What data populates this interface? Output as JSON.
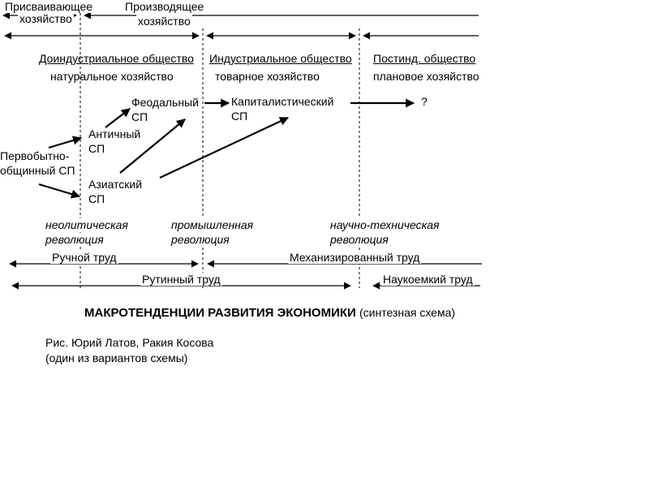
{
  "top_labels": {
    "appropriating": [
      "Присваивающее",
      "хозяйство"
    ],
    "producing": [
      "Производящее",
      "хозяйство"
    ]
  },
  "societies": {
    "preindustrial": {
      "name": "Доиндустриальное общество",
      "economy": "натуральное хозяйство"
    },
    "industrial": {
      "name": "Индустриальное общество",
      "economy": "товарное хозяйство"
    },
    "postindustrial": {
      "name": "Постинд. общество",
      "economy": "плановое хозяйство"
    }
  },
  "nodes": {
    "primitive": [
      "Первобытно-",
      "общинный СП"
    ],
    "antique": [
      "Античный",
      "СП"
    ],
    "asiatic": [
      "Азиатский",
      "СП"
    ],
    "feudal": [
      "Феодальный",
      "СП"
    ],
    "capitalist": [
      "Капиталистический",
      "СП"
    ],
    "unknown": "?"
  },
  "revolutions": {
    "neolithic": [
      "неолитическая",
      "революция"
    ],
    "industrial": [
      "промышленная",
      "революция"
    ],
    "scitech": [
      "научно-техническая",
      "революция"
    ]
  },
  "labor": {
    "manual": "Ручной труд",
    "mechanized": "Механизированный труд",
    "routine": "Рутинный труд",
    "knowledge": "Наукоемкий труд"
  },
  "caption": {
    "title": "МАКРОТЕНДЕНЦИИ РАЗВИТИЯ ЭКОНОМИКИ",
    "subtitle": "(синтезная схема)",
    "credit": "Рис. Юрий Латов, Ракия Косова",
    "note": "(один из вариантов схемы)"
  },
  "colors": {
    "ink": "#000000",
    "background": "#ffffff"
  }
}
